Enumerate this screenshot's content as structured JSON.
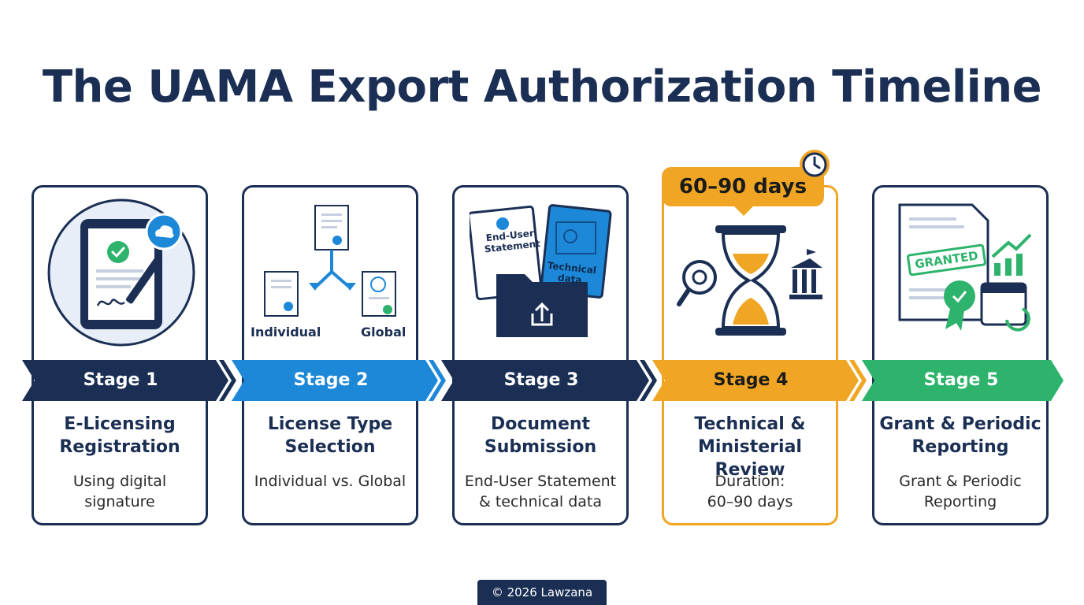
{
  "title": "The UAMA Export Authorization Timeline",
  "colors": {
    "navy": "#1b2f54",
    "blue": "#1e88d8",
    "orange": "#f0a624",
    "green": "#2db36b"
  },
  "stages": [
    {
      "label": "Stage 1",
      "title_line1": "E-Licensing",
      "title_line2": "Registration",
      "desc_line1": "Using digital",
      "desc_line2": "signature",
      "icon": "tablet-digital-signature-icon"
    },
    {
      "label": "Stage 2",
      "title_line1": "License Type",
      "title_line2": "Selection",
      "desc_line1": "Individual vs. Global",
      "desc_line2": "",
      "icon": "license-split-icon",
      "icon_labels": {
        "left": "Individual",
        "right": "Global"
      }
    },
    {
      "label": "Stage 3",
      "title_line1": "Document",
      "title_line2": "Submission",
      "desc_line1": "End-User Statement",
      "desc_line2": "& technical data",
      "icon": "document-folder-upload-icon",
      "icon_labels": {
        "doc1": "End-User Statement",
        "doc2": "Technical data"
      }
    },
    {
      "label": "Stage 4",
      "title_line1": "Technical &",
      "title_line2": "Ministerial Review",
      "desc_line1": "Duration:",
      "desc_line2": "60–90 days",
      "icon": "hourglass-review-icon",
      "badge": "60–90 days"
    },
    {
      "label": "Stage 5",
      "title_line1": "Grant & Periodic",
      "title_line2": "Reporting",
      "desc_line1": "Grant & Periodic",
      "desc_line2": "Reporting",
      "icon": "granted-certificate-icon",
      "stamp": "GRANTED"
    }
  ],
  "footer": "© 2026 Lawzana"
}
